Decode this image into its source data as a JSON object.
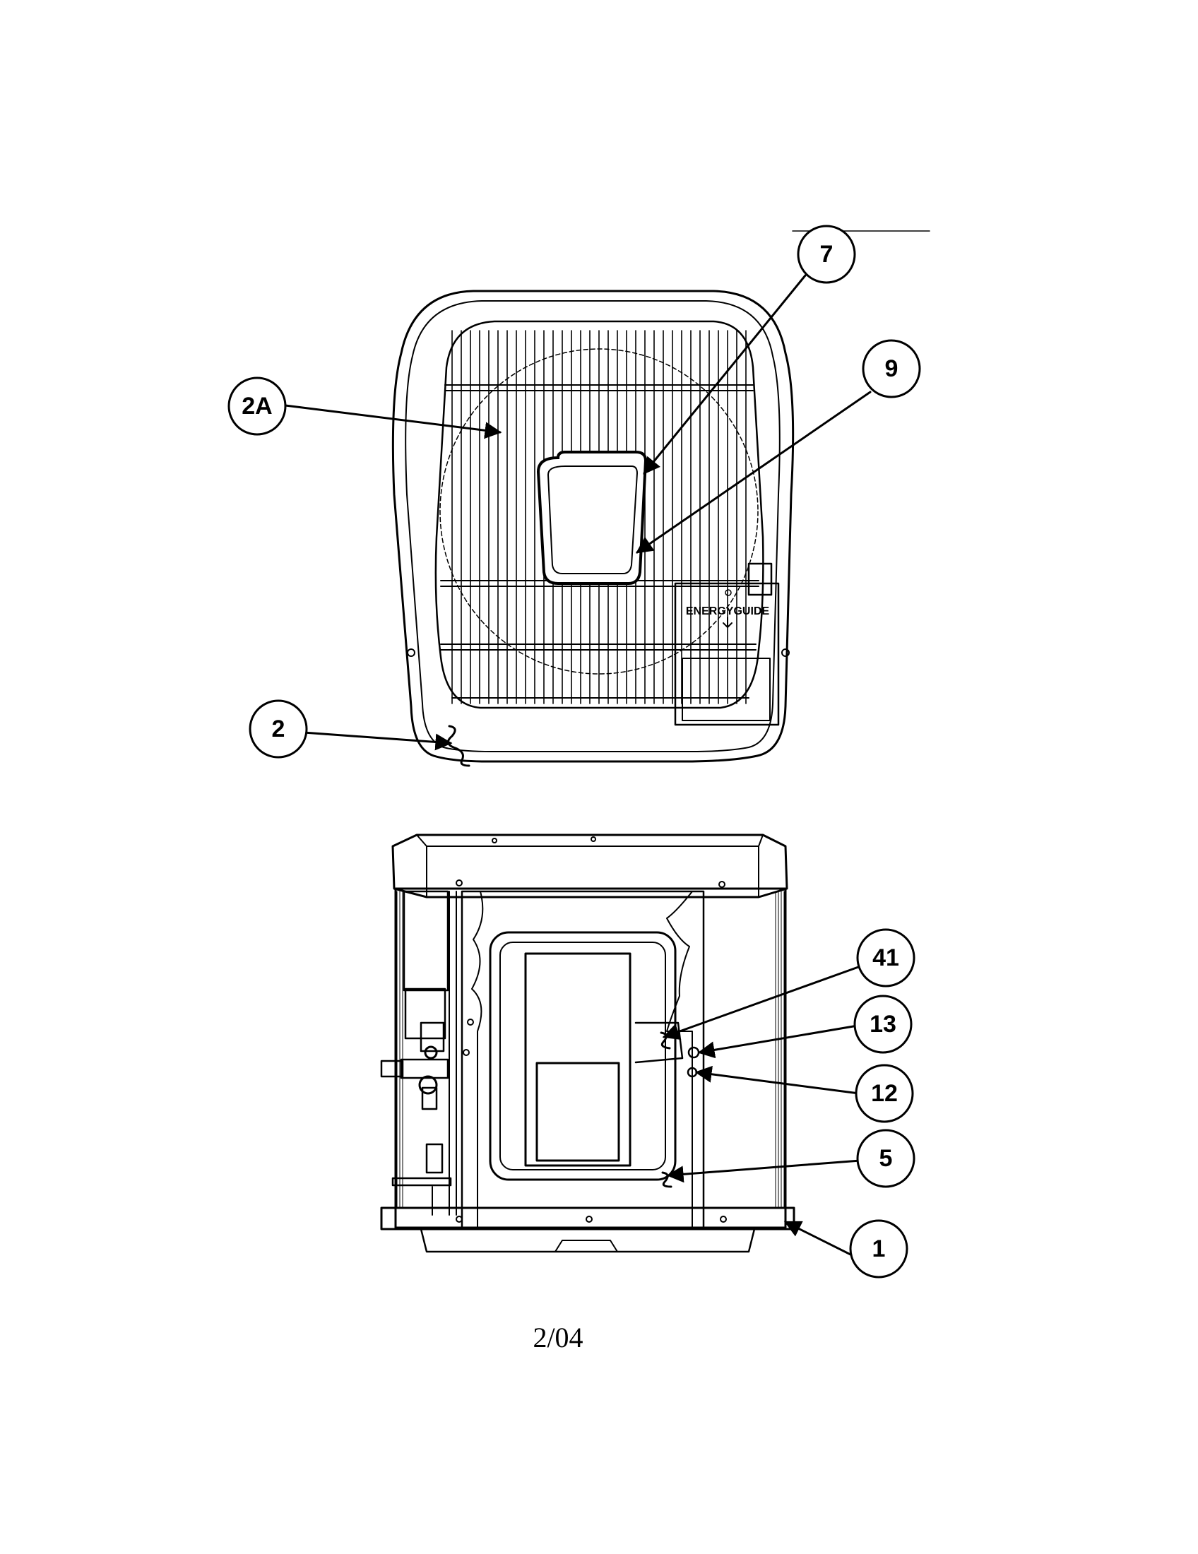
{
  "callouts": [
    {
      "id": "c7",
      "label": "7"
    },
    {
      "id": "c9",
      "label": "9"
    },
    {
      "id": "c2a",
      "label": "2A"
    },
    {
      "id": "c2",
      "label": "2"
    },
    {
      "id": "c41",
      "label": "41"
    },
    {
      "id": "c13",
      "label": "13"
    },
    {
      "id": "c12",
      "label": "12"
    },
    {
      "id": "c5",
      "label": "5"
    },
    {
      "id": "c1",
      "label": "1"
    }
  ],
  "energyguide_label": "ENERGYGUIDE",
  "footer_date": "2/04"
}
